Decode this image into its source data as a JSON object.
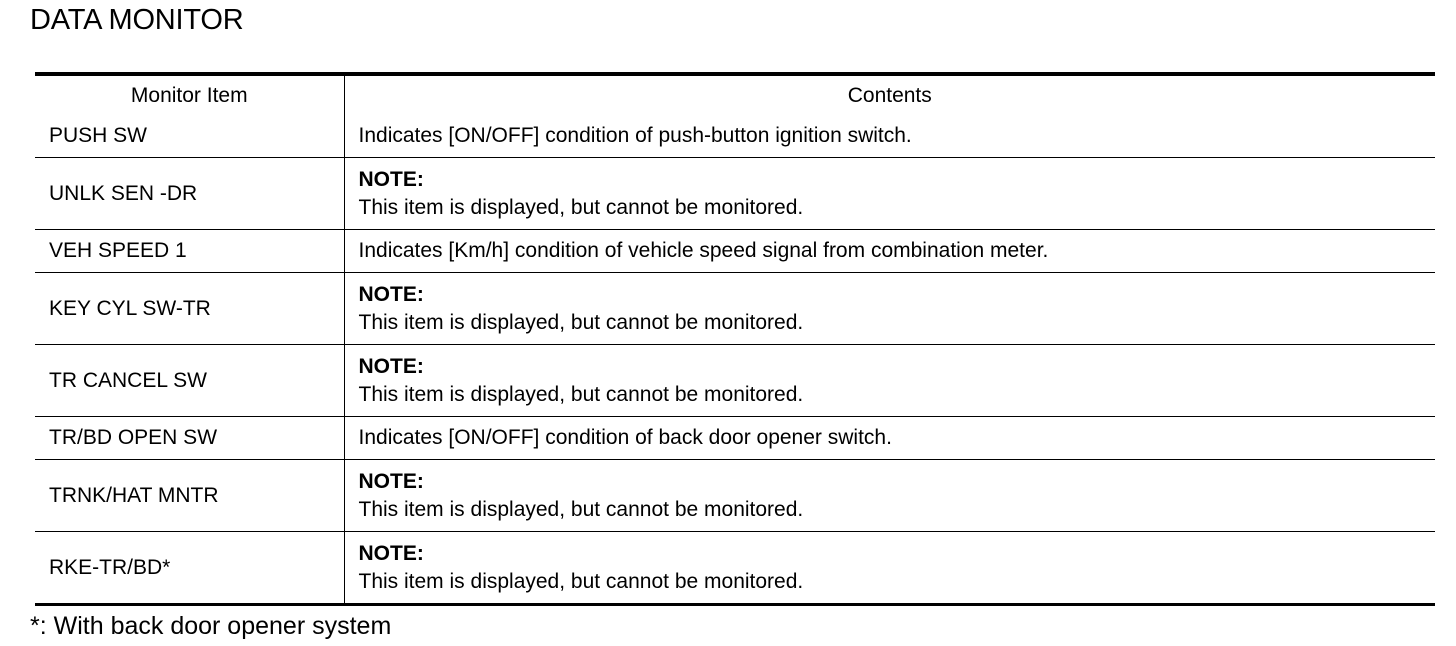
{
  "title": "DATA MONITOR",
  "table": {
    "headers": [
      "Monitor Item",
      "Contents"
    ],
    "rows": [
      {
        "item": "PUSH SW",
        "contents": "Indicates [ON/OFF] condition of push-button ignition switch."
      },
      {
        "item": "UNLK SEN -DR",
        "note_label": "NOTE:",
        "note_text": "This item is displayed, but cannot be monitored."
      },
      {
        "item": "VEH SPEED 1",
        "contents": "Indicates [Km/h] condition of vehicle speed signal from combination meter."
      },
      {
        "item": "KEY CYL SW-TR",
        "note_label": "NOTE:",
        "note_text": "This item is displayed, but cannot be monitored."
      },
      {
        "item": "TR CANCEL SW",
        "note_label": "NOTE:",
        "note_text": "This item is displayed, but cannot be monitored."
      },
      {
        "item": "TR/BD OPEN SW",
        "contents": "Indicates [ON/OFF] condition of back door opener switch."
      },
      {
        "item": "TRNK/HAT MNTR",
        "note_label": "NOTE:",
        "note_text": "This item is displayed, but cannot be monitored."
      },
      {
        "item": "RKE-TR/BD*",
        "note_label": "NOTE:",
        "note_text": "This item is displayed, but cannot be monitored."
      }
    ]
  },
  "footnote": "*: With back door opener system"
}
